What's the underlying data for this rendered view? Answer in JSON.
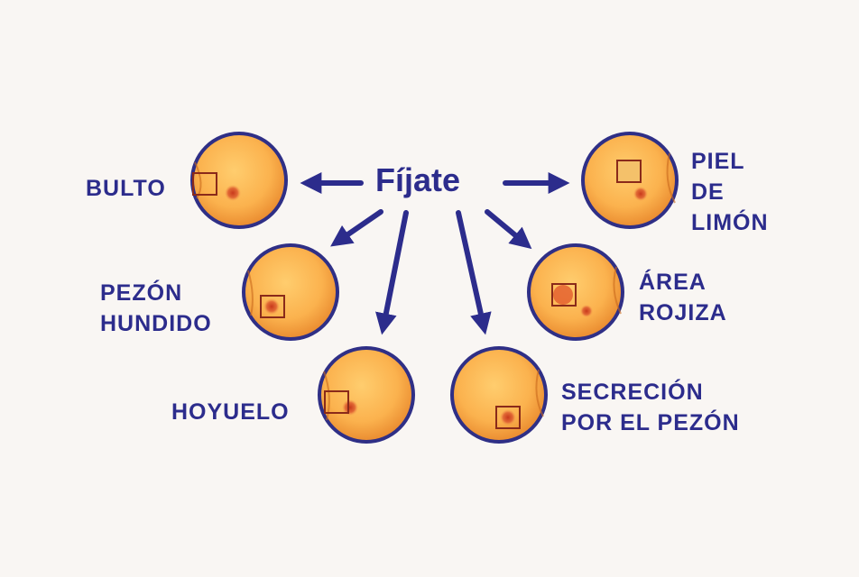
{
  "center": {
    "label": "Fíjate"
  },
  "signs": [
    {
      "id": "bulto",
      "lines": [
        "BULTO"
      ]
    },
    {
      "id": "pezon-hundido",
      "lines": [
        "PEZÓN",
        "HUNDIDO"
      ]
    },
    {
      "id": "hoyuelo",
      "lines": [
        "HOYUELO"
      ]
    },
    {
      "id": "piel-de-limon",
      "lines": [
        "PIEL",
        "DE",
        "LIMÓN"
      ]
    },
    {
      "id": "area-rojiza",
      "lines": [
        "ÁREA",
        "ROJIZA"
      ]
    },
    {
      "id": "secrecion",
      "lines": [
        "SECRECIÓN",
        "POR EL PEZÓN"
      ]
    }
  ],
  "colors": {
    "text": "#2c2c8c",
    "arrow": "#2c2c8c",
    "circle_border": "#2f2f86",
    "skin_light": "#fbb24e",
    "skin_dark": "#e27a22",
    "marker": "#8a2a1a"
  },
  "icons": [
    "breast-illustration-icon",
    "arrow-icon",
    "marker-square-icon"
  ]
}
